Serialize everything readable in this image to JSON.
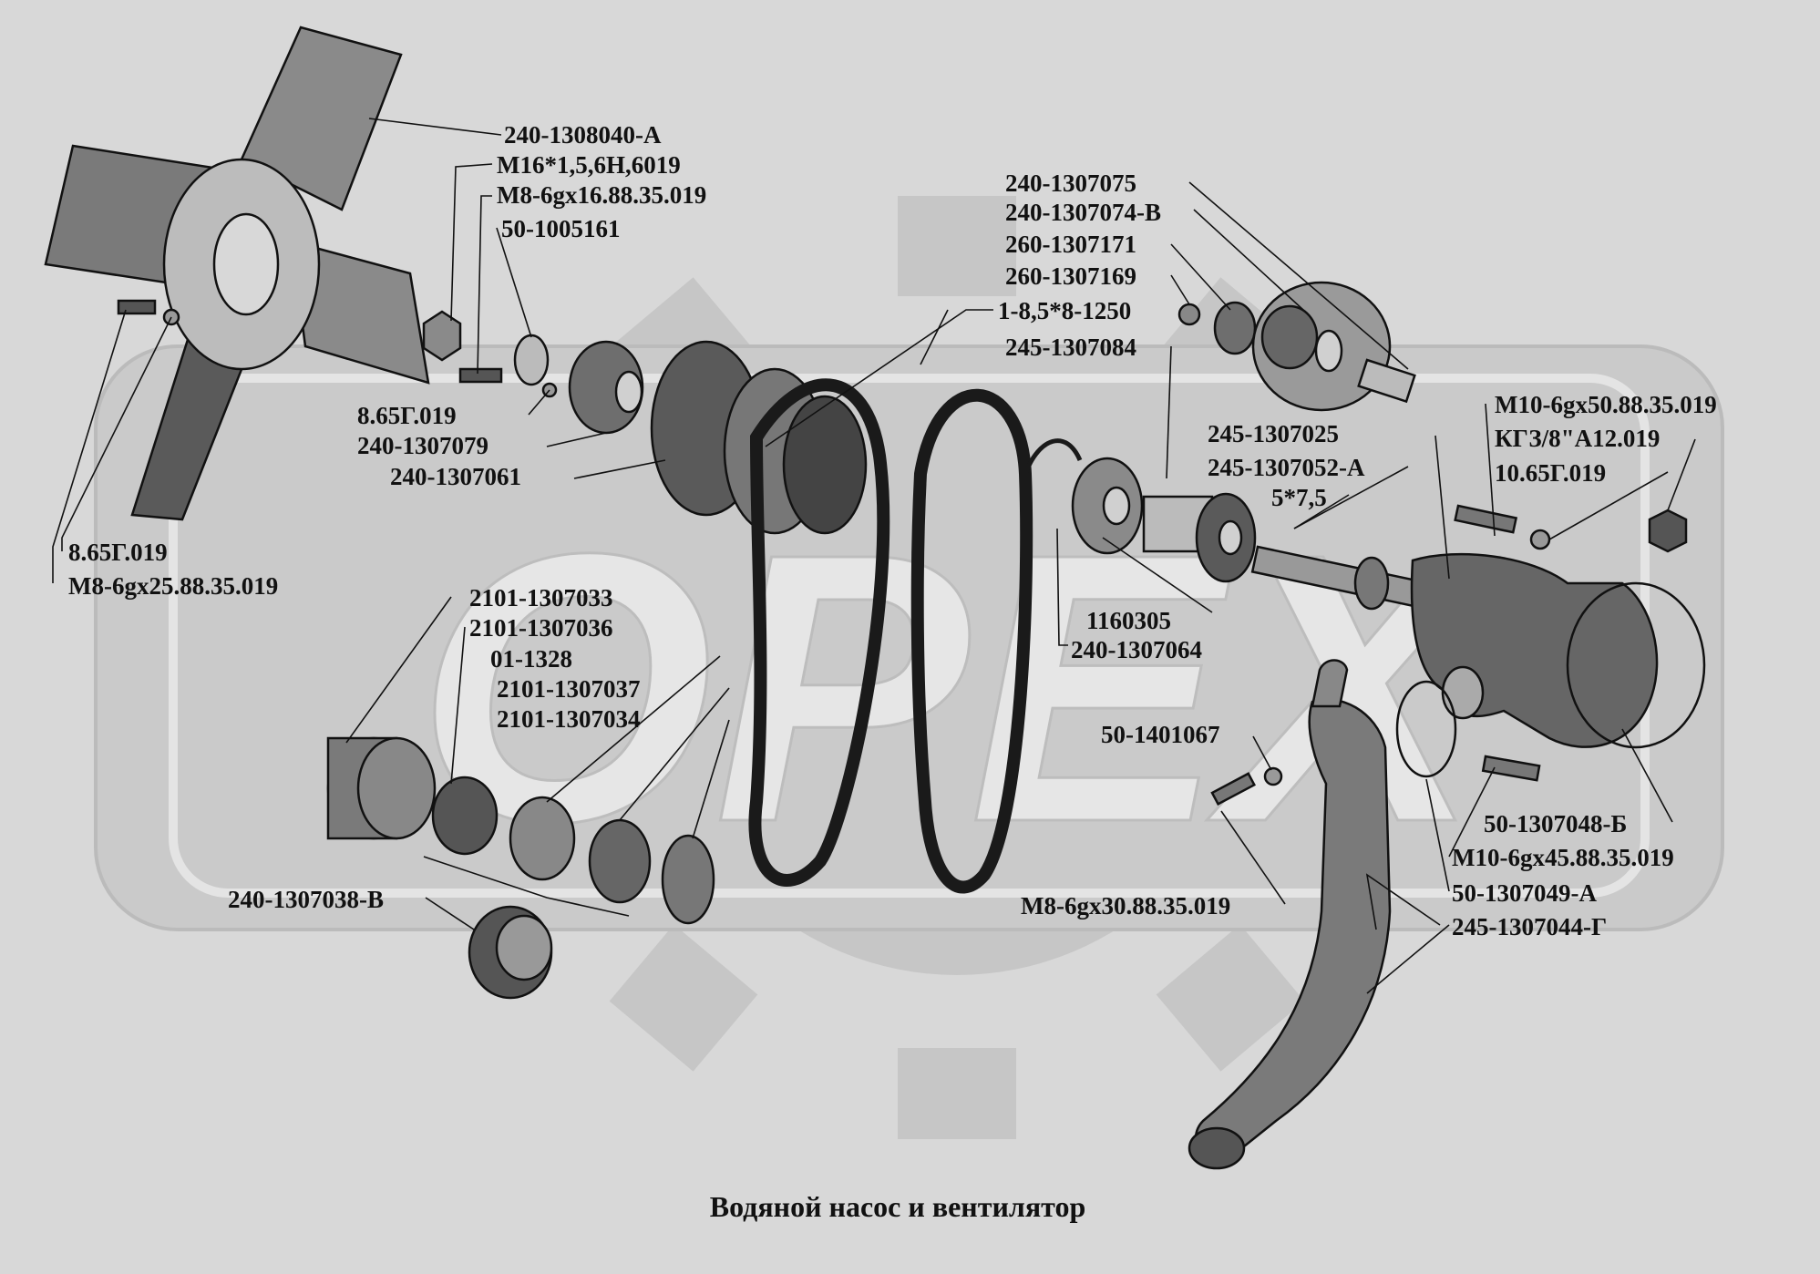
{
  "diagram": {
    "caption": "Водяной насос и вентилятор",
    "watermark": "OPEX",
    "colors": {
      "background": "#d8d8d8",
      "watermark": "#c6c6c6",
      "ink": "#111111",
      "part_fill": "#6e6e6e"
    },
    "labels": {
      "fan_blade": "240-1308040-А",
      "nut_m16": "М16*1,5,6Н,6019",
      "bolt_m8_16": "М8-6gx16.88.35.019",
      "washer_top": "50-1005161",
      "washer_865_a": "8.65Г.019",
      "hub_079": "240-1307079",
      "pulley_061": "240-1307061",
      "washer_865_b": "8.65Г.019",
      "bolt_m8_25": "М8-6gx25.88.35.019",
      "belt": "1-8,5*8-1250",
      "p075": "240-1307075",
      "p074": "240-1307074-В",
      "p171": "260-1307171",
      "p169": "260-1307169",
      "p084": "245-1307084",
      "bolt_m10_50": "М10-6gx50.88.35.019",
      "plug_kgz": "КГЗ/8\"А12.019",
      "washer_1065": "10.65Г.019",
      "p025": "245-1307025",
      "p052": "245-1307052-А",
      "key_575": "5*7,5",
      "bearing_1160305": "1160305",
      "p064": "240-1307064",
      "p033": "2101-1307033",
      "p036": "2101-1307036",
      "p1328": "01-1328",
      "p037": "2101-1307037",
      "p034": "2101-1307034",
      "p038": "240-1307038-В",
      "p1401067": "50-1401067",
      "p048": "50-1307048-Б",
      "bolt_m10_45": "М10-6gx45.88.35.019",
      "p049": "50-1307049-А",
      "bolt_m8_30": "М8-6gx30.88.35.019",
      "p044": "245-1307044-Г"
    }
  }
}
